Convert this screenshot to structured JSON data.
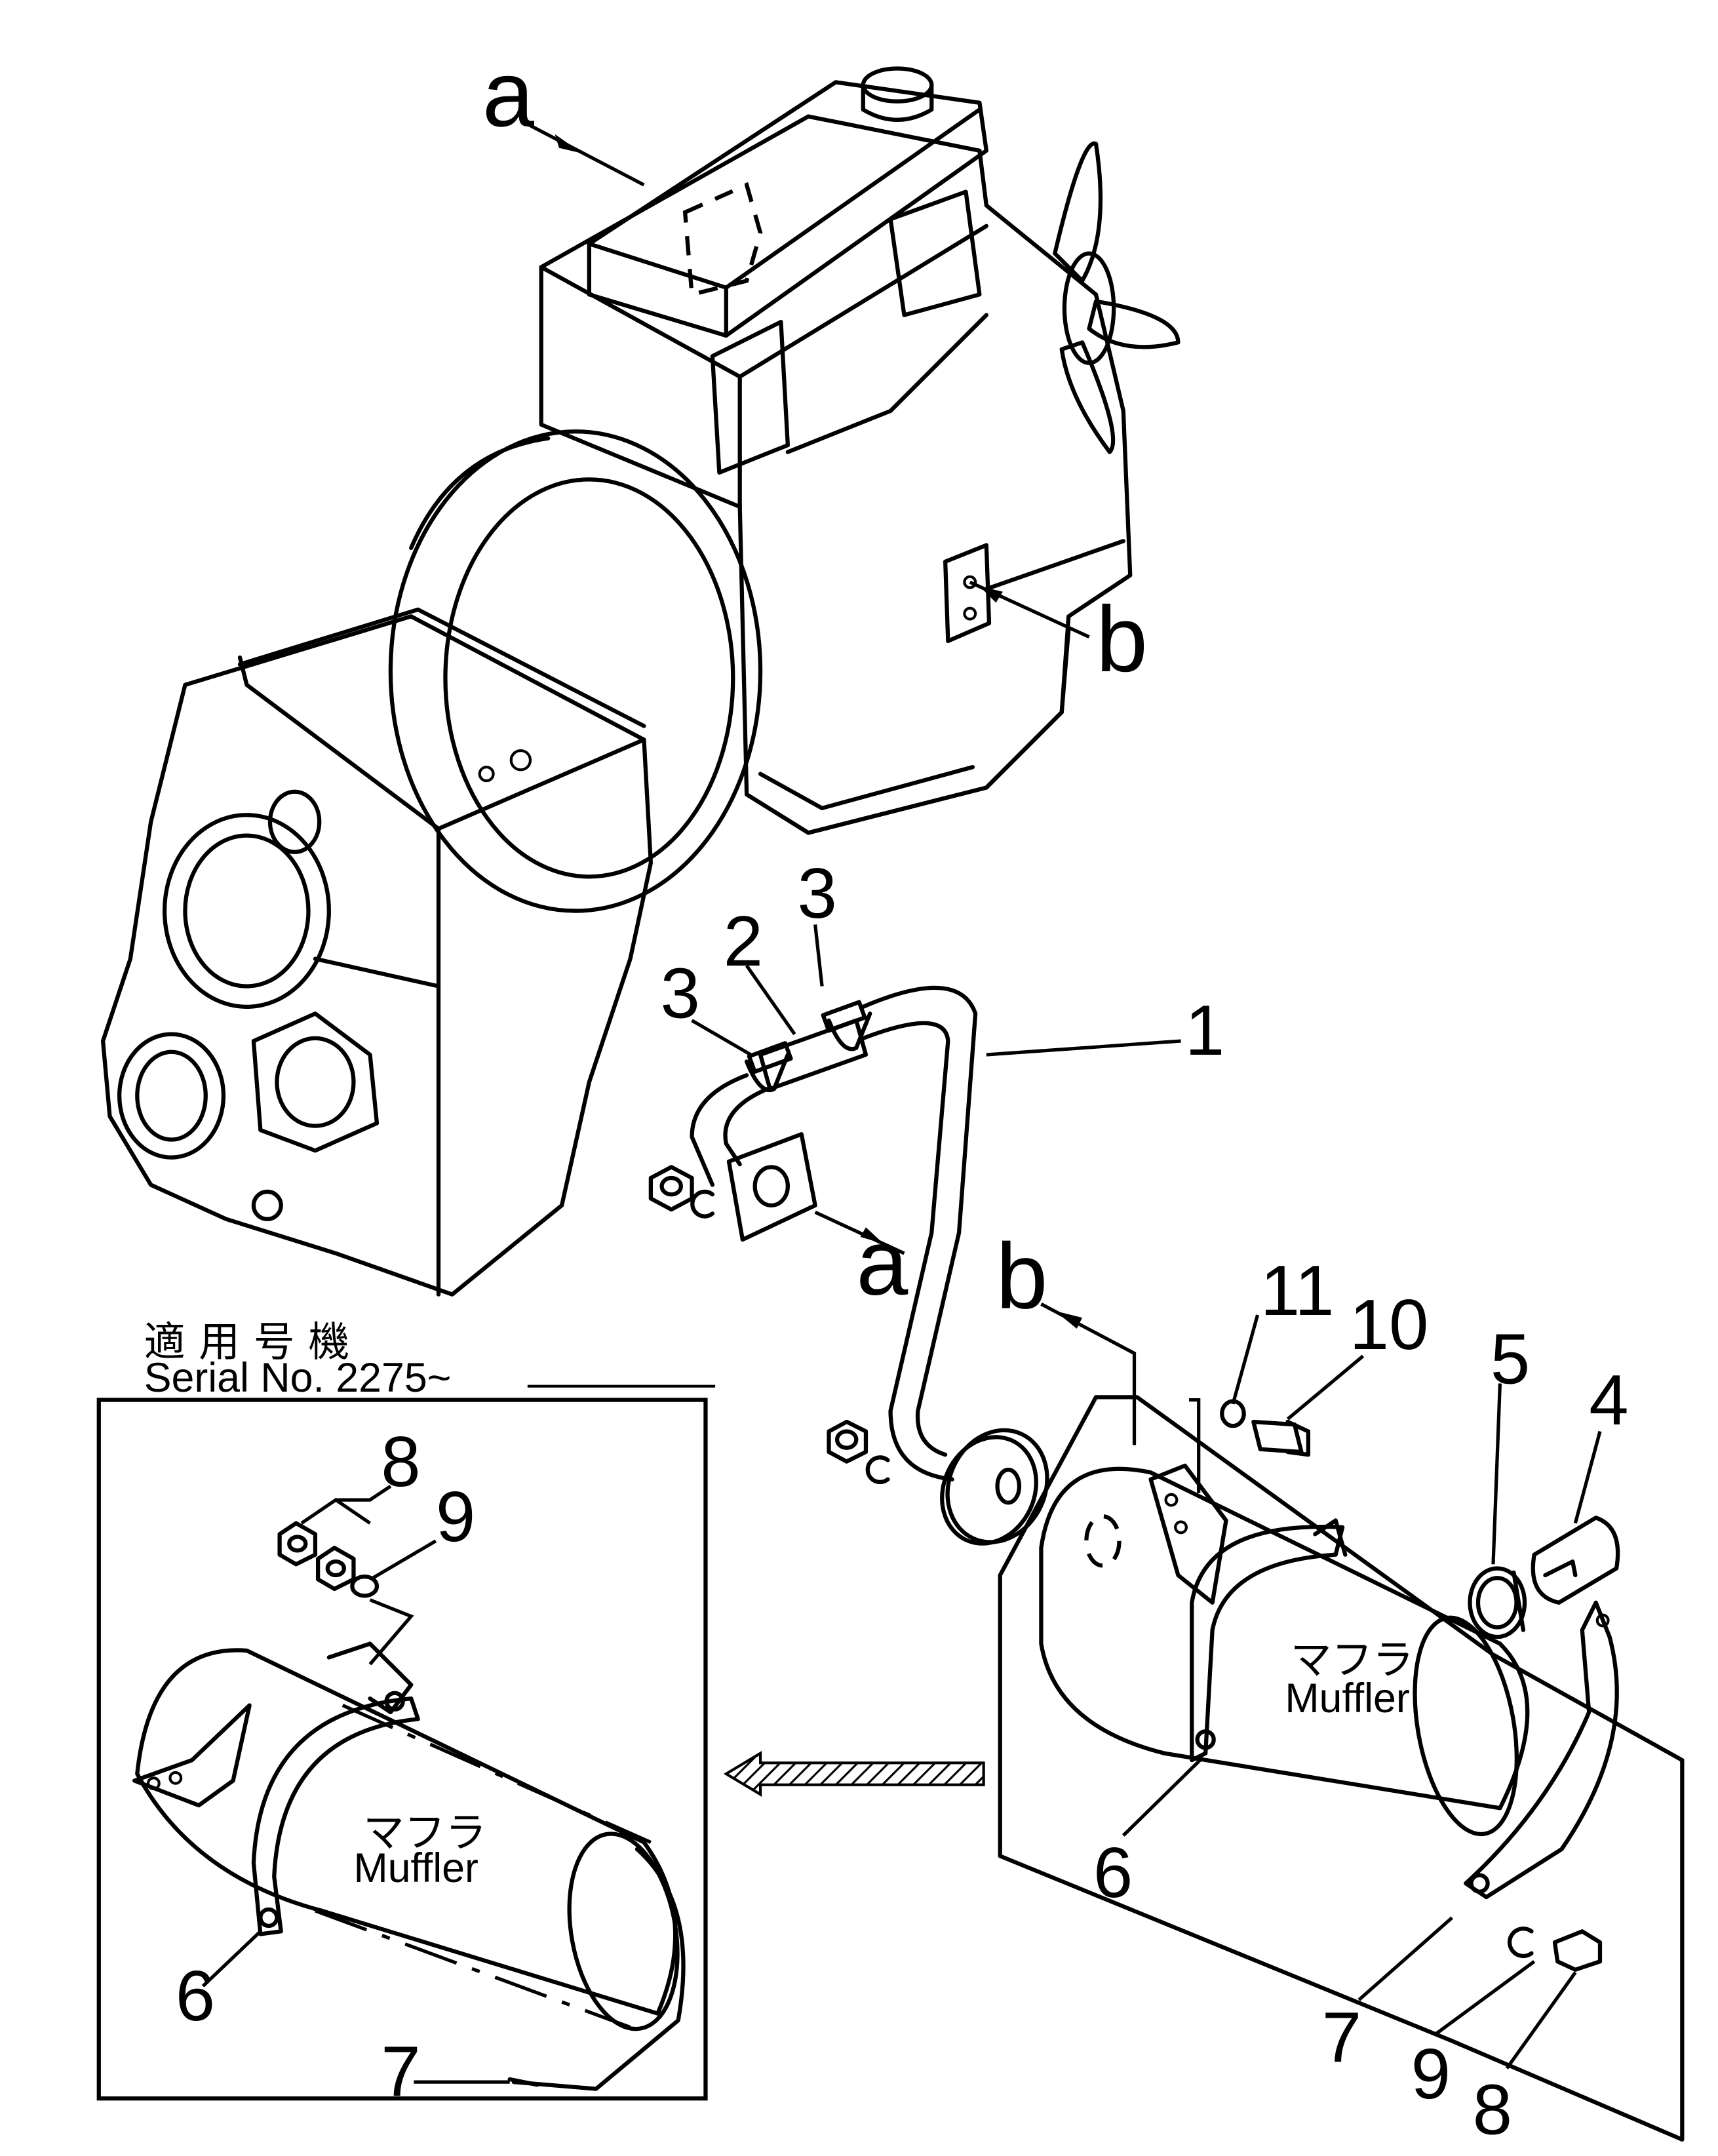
{
  "reference_letters": {
    "a_top": "a",
    "b_side": "b",
    "a_flange": "a",
    "b_bracket": "b"
  },
  "callouts": {
    "pipe": "1",
    "pipe_connector": "2",
    "clamp_left": "3",
    "clamp_right": "3",
    "tail_pipe": "4",
    "tail_clamp": "5",
    "bracket_main": "6",
    "band_main": "7",
    "nut_main": "8",
    "washer_main": "9",
    "bolt": "10",
    "washer_top": "11"
  },
  "muffler_main": {
    "label_jp": "マフラ",
    "label_en": "Muffler"
  },
  "inset": {
    "serial_jp": "適用号機",
    "serial_en": "Serial No. 2275~",
    "label_jp": "マフラ",
    "label_en": "Muffler",
    "callout_nut": "8",
    "callout_washer": "9",
    "callout_bracket": "6",
    "callout_band": "7"
  }
}
